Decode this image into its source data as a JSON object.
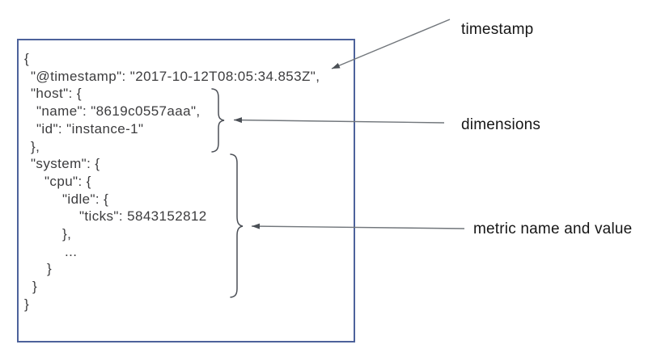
{
  "diagram": {
    "description_labels": {
      "timestamp": "timestamp",
      "dimensions": "dimensions",
      "metric": "metric name and value"
    },
    "code_box": {
      "lines": [
        "{",
        "\"@timestamp\": \"2017-10-12T08:05:34.853Z\",",
        "\"host\": {",
        "\"name\": \"8619c0557aaa\",",
        "\"id\": \"instance-1\"",
        "},",
        "\"system\": {",
        "\"cpu\": {",
        "\"idle\": {",
        "\"ticks\": 5843152812",
        "},",
        "...",
        "}",
        "}",
        "}"
      ]
    },
    "colors": {
      "box_border": "#4d629b",
      "code_text": "#3c3c3e",
      "label_text": "#161616",
      "arrow": "#71767b",
      "brace": "#4b4f56"
    }
  }
}
